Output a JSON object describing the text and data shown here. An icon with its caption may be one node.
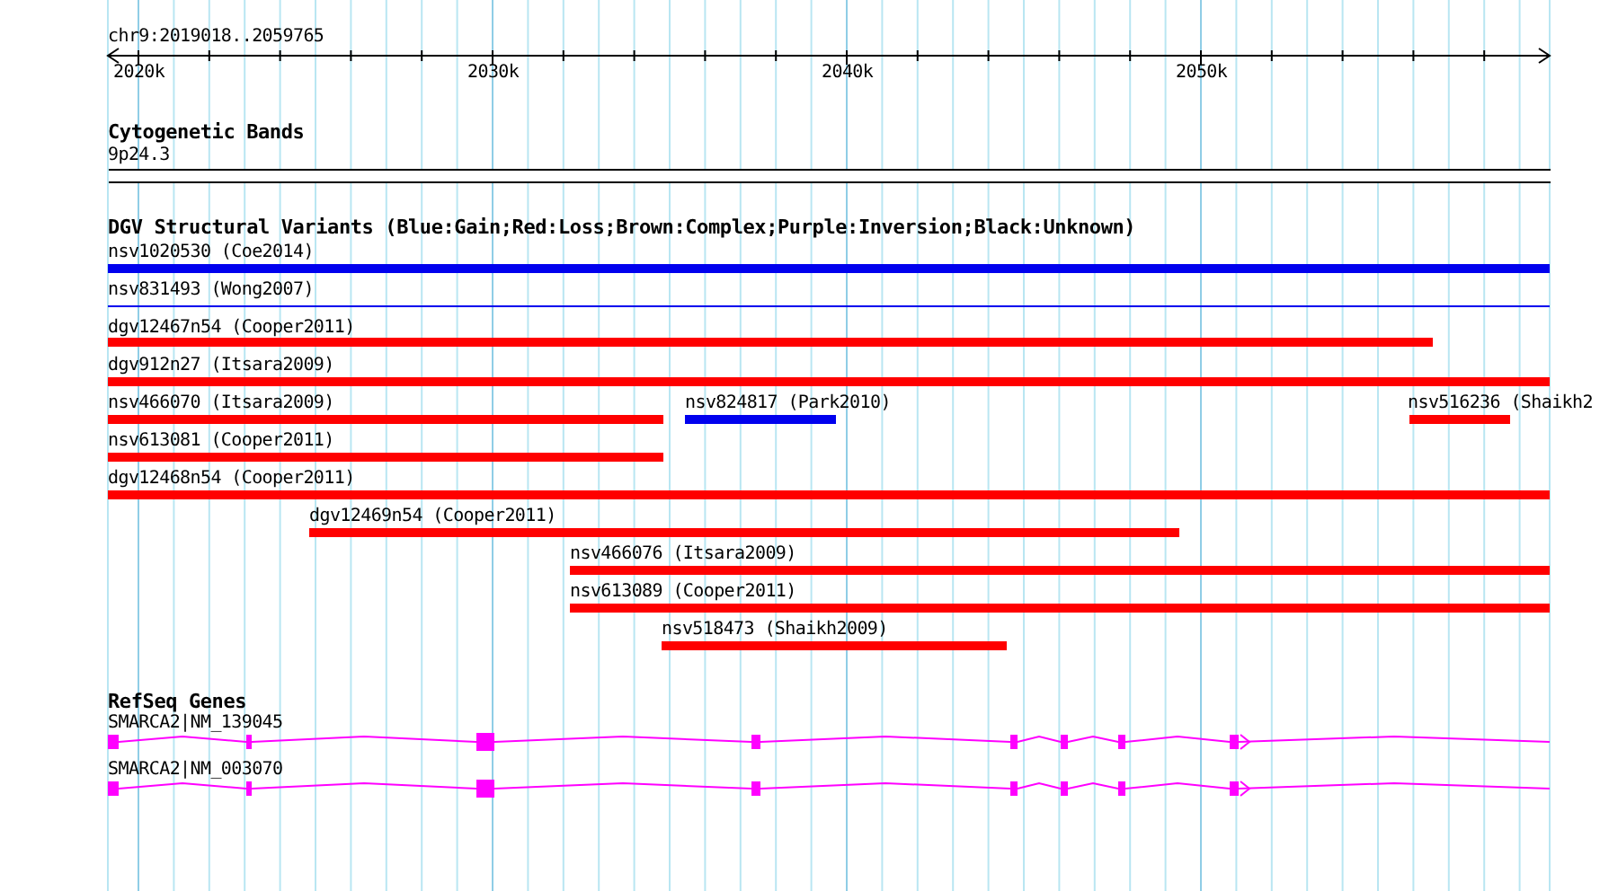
{
  "diagram": {
    "nodes": [
      {
        "text": [
          "9p24.3"
        ]
      },
      {
        "text": [
          "nsv1020530 (Coe2014)"
        ]
      },
      {
        "text": [
          "nsv831493 (Wong2007)"
        ]
      },
      {
        "text": [
          "dgv12467n54 (Cooper2011)"
        ]
      },
      {
        "text": [
          "dgv912n27 (Itsara2009)"
        ]
      },
      {
        "text": [
          "nsv466070 (Itsara2009)"
        ]
      },
      {
        "text": [
          "nsv824817 (Park2010)"
        ]
      },
      {
        "text": [
          "nsv516236 (Shaikh2"
        ]
      },
      {
        "text": [
          "nsv613081 (Cooper2011)"
        ]
      },
      {
        "text": [
          "dgv12468n54 (Cooper2011)"
        ]
      },
      {
        "text": [
          "dgv12469n54 (Cooper2011)"
        ]
      },
      {
        "text": [
          "nsv466076 (Itsara2009)"
        ]
      },
      {
        "text": [
          "nsv613089 (Cooper2011)"
        ]
      },
      {
        "text": [
          "nsv518473 (Shaikh2009)"
        ]
      },
      {
        "text": [
          "SMARCA2|NM_139045"
        ]
      },
      {
        "text": [
          "SMARCA2|NM_003070"
        ]
      }
    ],
    "labels": [
      "chr9:2019018..2059765",
      "2020k",
      "2030k",
      "2040k",
      "2050k",
      "Cytogenetic Bands",
      "DGV Structural Variants (Blue:Gain;Red:Loss;Brown:Complex;Purple:Inversion;Black:Unknown)",
      "RefSeq Genes"
    ]
  }
}
